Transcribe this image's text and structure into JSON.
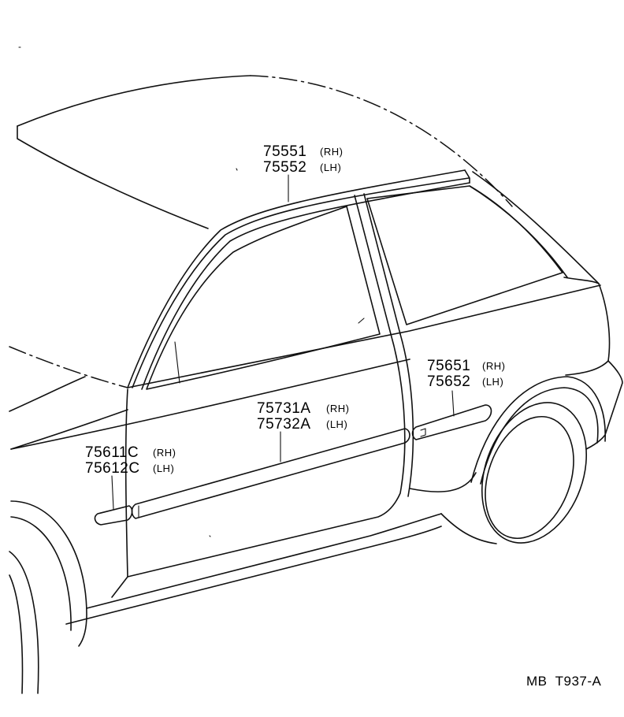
{
  "diagram": {
    "labels": [
      {
        "id": "windshield-molding",
        "rh_part": "75551",
        "rh_side": "(RH)",
        "lh_part": "75552",
        "lh_side": "(LH)"
      },
      {
        "id": "quarter-molding",
        "rh_part": "75651",
        "rh_side": "(RH)",
        "lh_part": "75652",
        "lh_side": "(LH)"
      },
      {
        "id": "door-molding",
        "rh_part": "75731A",
        "rh_side": "(RH)",
        "lh_part": "75732A",
        "lh_side": "(LH)"
      },
      {
        "id": "fender-molding",
        "rh_part": "75611C",
        "rh_side": "(RH)",
        "lh_part": "75612C",
        "lh_side": "(LH)"
      }
    ],
    "figure_code": "MB  T937-A"
  }
}
